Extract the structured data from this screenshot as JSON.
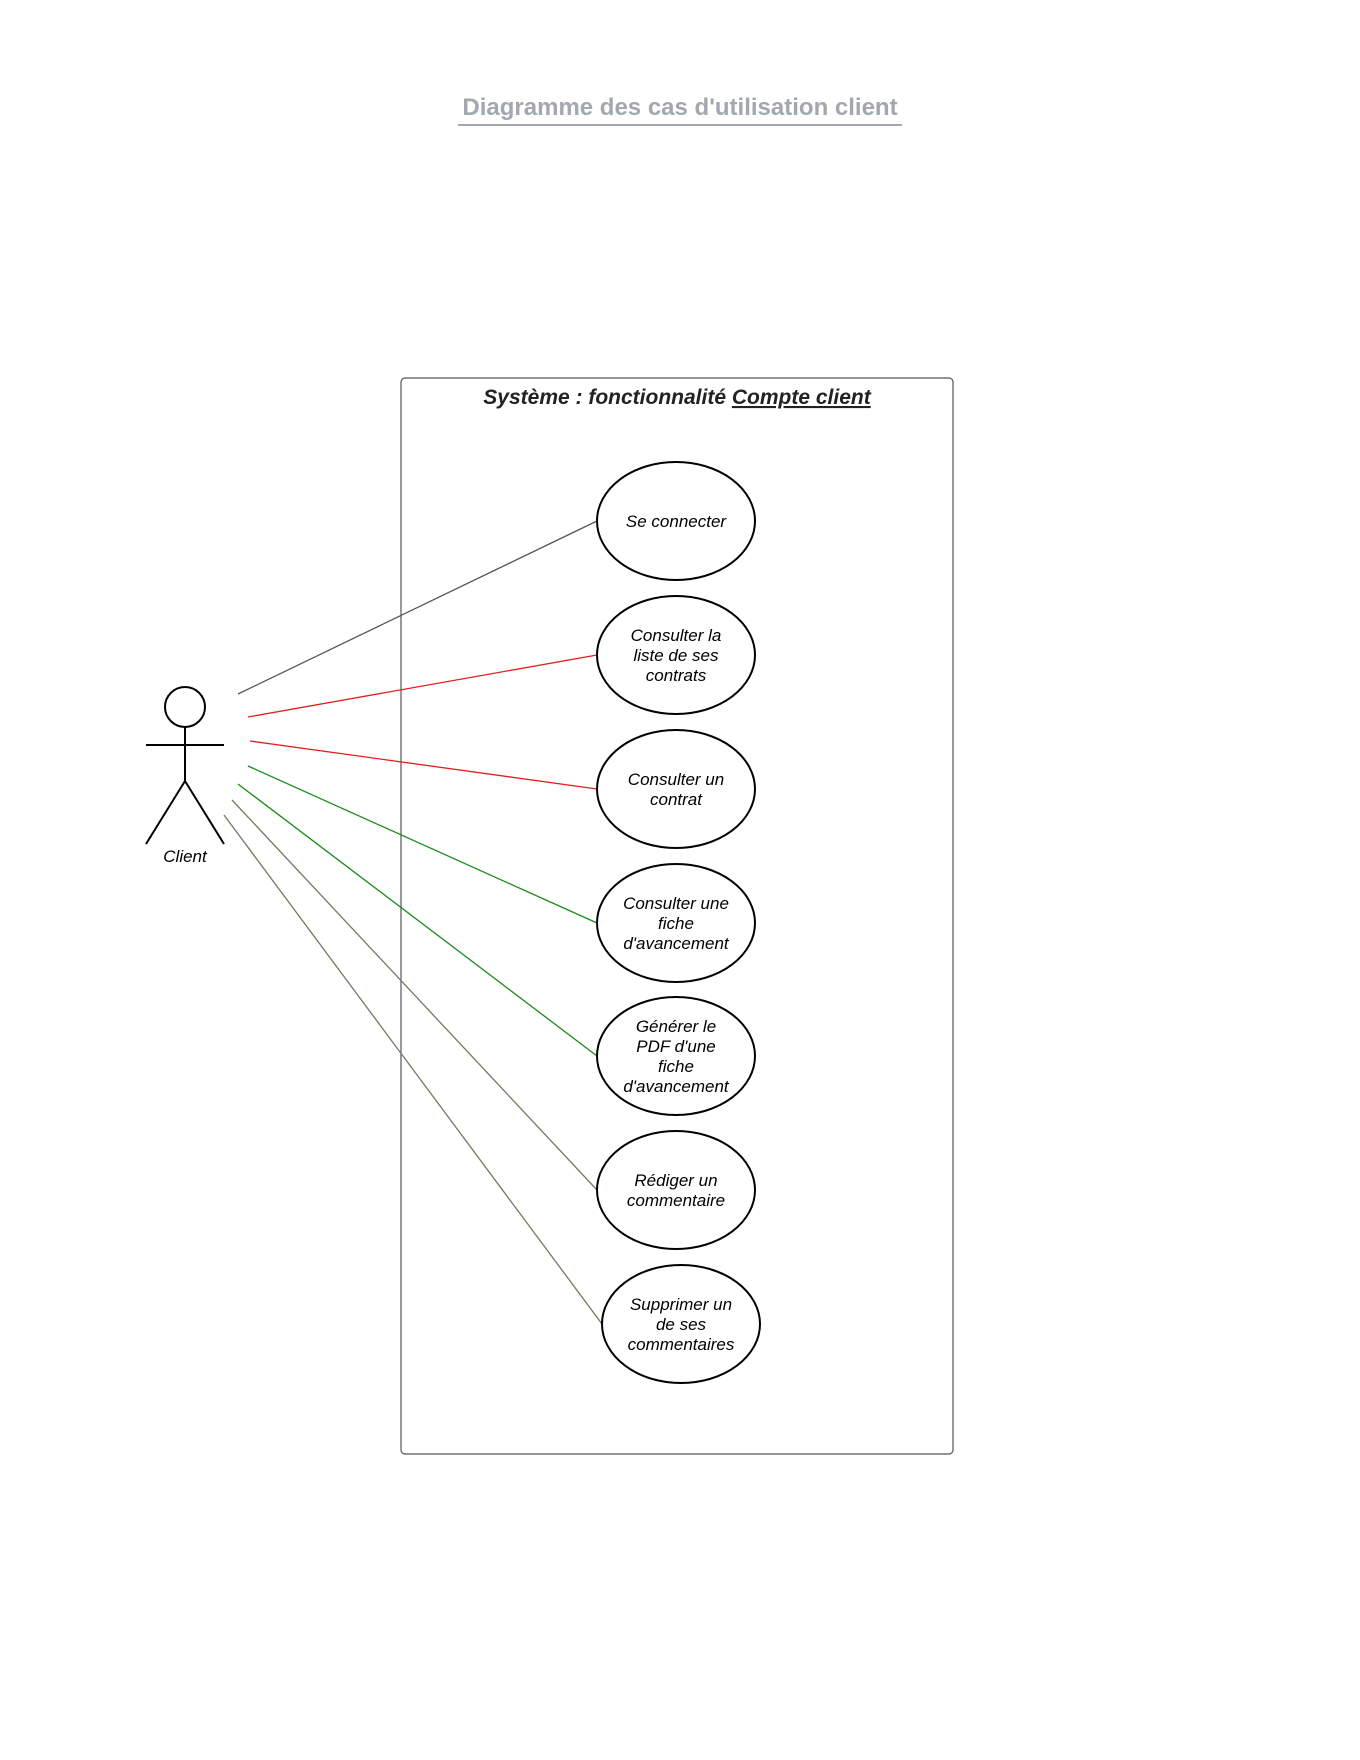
{
  "title": "Diagramme des cas d'utilisation client",
  "system": {
    "title_prefix": "Système : fonctionnalité ",
    "title_emphasis": "Compte client"
  },
  "actor": {
    "name": "Client"
  },
  "use_cases": [
    {
      "lines": [
        "Se connecter"
      ],
      "link_color": "#555555"
    },
    {
      "lines": [
        "Consulter la",
        "liste de ses",
        "contrats"
      ],
      "link_color": "#e02020"
    },
    {
      "lines": [
        "Consulter un",
        "contrat"
      ],
      "link_color": "#e02020"
    },
    {
      "lines": [
        "Consulter une",
        "fiche",
        "d'avancement"
      ],
      "link_color": "#1a8a1a"
    },
    {
      "lines": [
        "Générer le",
        "PDF d'une",
        "fiche",
        "d'avancement"
      ],
      "link_color": "#1a8a1a"
    },
    {
      "lines": [
        "Rédiger un",
        "commentaire"
      ],
      "link_color": "#7a7560"
    },
    {
      "lines": [
        "Supprimer un",
        "de ses",
        "commentaires"
      ],
      "link_color": "#7a7560"
    }
  ]
}
